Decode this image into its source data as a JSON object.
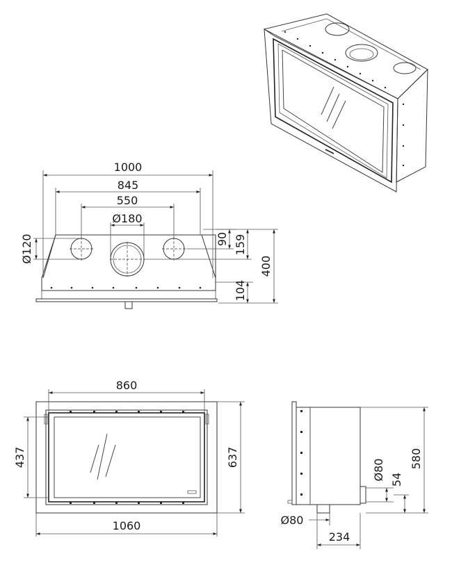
{
  "front_view": {
    "dims": {
      "width_total": "1000",
      "width_mid": "845",
      "flue_spacing": "550",
      "main_flue_dia": "180",
      "side_flue_dia": "120",
      "side_offset": "90",
      "main_offset": "159",
      "height_total": "400",
      "base_height": "104"
    }
  },
  "face_view": {
    "dims": {
      "glass_width": "860",
      "outer_width": "1060",
      "glass_height": "437",
      "outer_height": "637"
    }
  },
  "side_view": {
    "dims": {
      "height": "580",
      "inlet_dia_rear": "80",
      "inlet_height": "54",
      "inlet_dia_bottom": "80",
      "inlet_depth": "234"
    }
  },
  "symbols": {
    "diameter": "Ø"
  }
}
